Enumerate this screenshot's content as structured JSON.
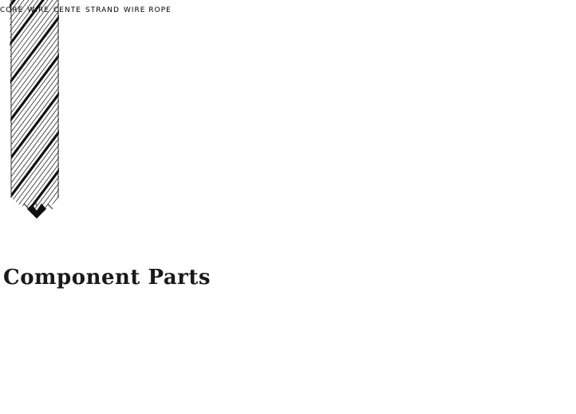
{
  "title": "Component Parts",
  "labels": {
    "core": "CORE",
    "wire": "WIRE",
    "center": "CENTE",
    "strand": "STRAND",
    "wire_rope": "WIRE ROPE"
  }
}
